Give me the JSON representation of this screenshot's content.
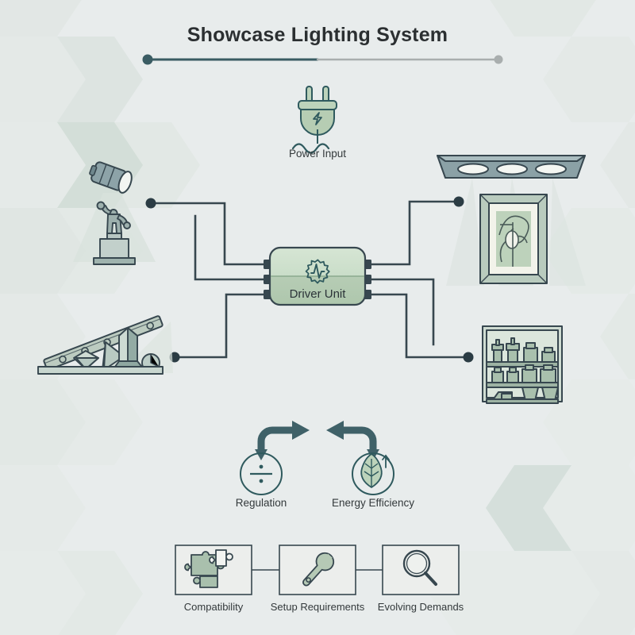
{
  "header": {
    "title": "Showcase Lighting System",
    "divider": {
      "left_dot_color": "#3a5c63",
      "right_dot_color": "#a9aeae",
      "progress_color": "#3a5c63",
      "track_color": "#a9aeae"
    }
  },
  "theme": {
    "background": "#e8ecec",
    "hex_fill_light": "#e3e8e7",
    "hex_fill_mid": "#d4dfda",
    "stroke_dark": "#37474f",
    "stroke_teal": "#2f5a5e",
    "green_light": "#cfe0cd",
    "green_mid": "#b2ccb3",
    "green_deep": "#9dbaa4",
    "slate": "#7f9499",
    "slate_dark": "#5d7880",
    "node_dot": "#2b3c44"
  },
  "nodes": {
    "power_input": {
      "label": "Power Input",
      "icon": "power-plug-icon"
    },
    "driver_unit": {
      "label": "Driver Unit",
      "icon": "gear-waveform-icon"
    }
  },
  "scenes": [
    {
      "id": "statue",
      "name": "spotlight-statue-scene",
      "icon": "spotlight-statue-icon"
    },
    {
      "id": "gems",
      "name": "gem-display-shelf-scene",
      "icon": "track-light-gems-icon"
    },
    {
      "id": "artwork",
      "name": "framed-artwork-scene",
      "icon": "ceiling-fixture-artwork-icon"
    },
    {
      "id": "cabinet",
      "name": "display-cabinet-scene",
      "icon": "shelf-cabinet-icon"
    }
  ],
  "metrics": [
    {
      "label": "Regulation",
      "icon": "division-circle-icon",
      "arrow": "arrow-curve-right-icon"
    },
    {
      "label": "Energy Efficiency",
      "icon": "leaf-growth-circle-icon",
      "arrow": "arrow-curve-left-icon"
    }
  ],
  "considerations": [
    {
      "label": "Compatibility",
      "icon": "puzzle-icon"
    },
    {
      "label": "Setup Requirements",
      "icon": "wrench-icon"
    },
    {
      "label": "Evolving Demands",
      "icon": "magnifier-icon"
    }
  ]
}
